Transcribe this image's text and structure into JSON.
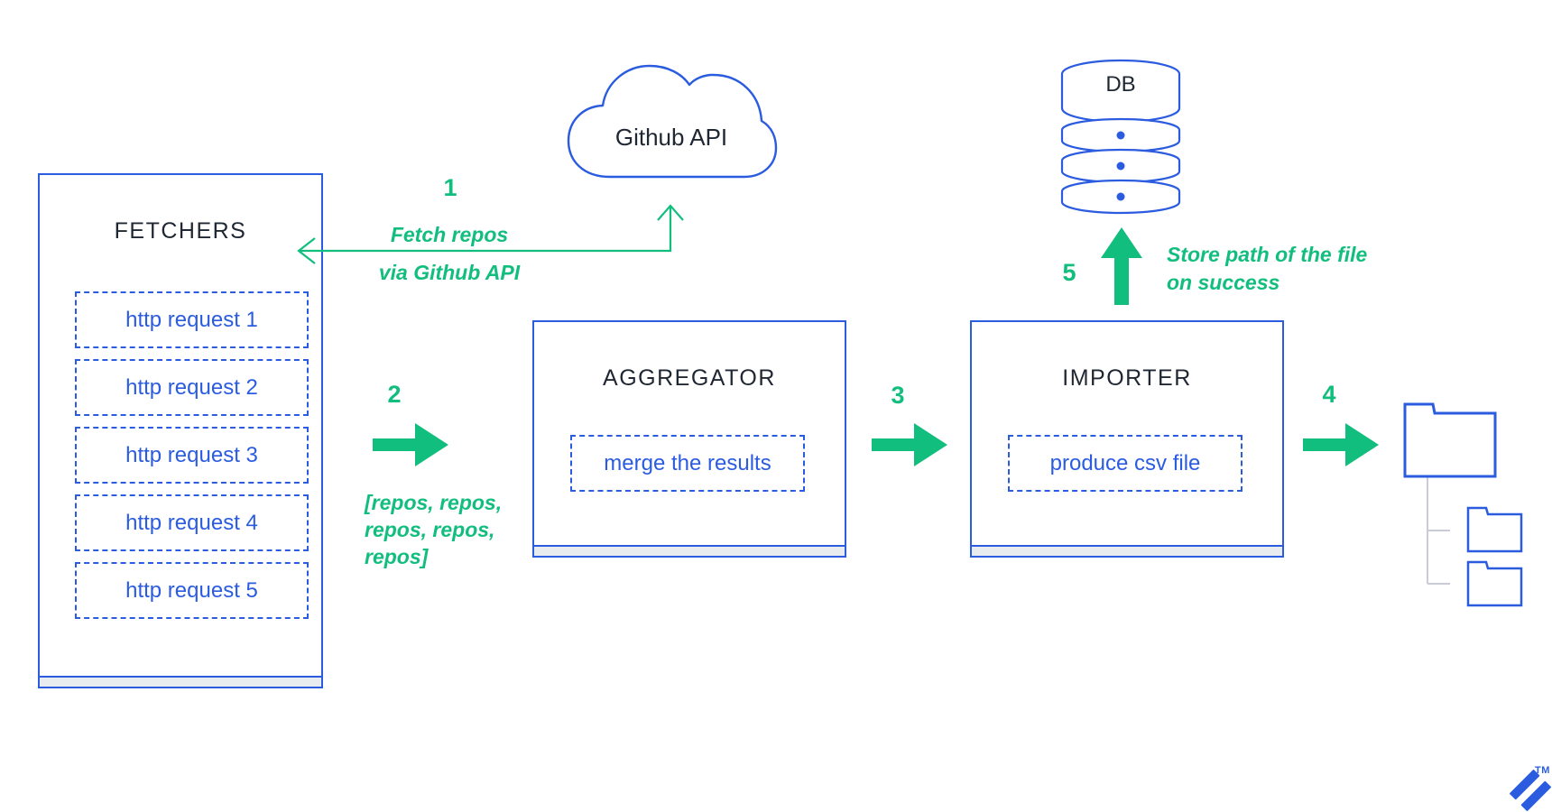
{
  "colors": {
    "blue": "#2b5ce0",
    "green": "#12be7e",
    "dark_text": "#1f2733",
    "footer_gray": "#e9ecef",
    "connector_gray": "#c9ccd4"
  },
  "fetchers": {
    "title": "FETCHERS",
    "requests": [
      "http request 1",
      "http request 2",
      "http request 3",
      "http request 4",
      "http request 5"
    ]
  },
  "cloud": {
    "label": "Github API"
  },
  "db": {
    "label": "DB"
  },
  "aggregator": {
    "title": "AGGREGATOR",
    "task": "merge the results"
  },
  "importer": {
    "title": "IMPORTER",
    "task": "produce csv file"
  },
  "steps": {
    "s1": {
      "number": "1",
      "line1": "Fetch repos",
      "line2": "via Github API"
    },
    "s2": {
      "number": "2",
      "line1": "[repos, repos,",
      "line2": "repos, repos,",
      "line3": "repos]"
    },
    "s3": {
      "number": "3"
    },
    "s4": {
      "number": "4"
    },
    "s5": {
      "number": "5",
      "line1": "Store path of the file",
      "line2": "on success"
    }
  },
  "logo": {
    "trademark": "TM"
  }
}
